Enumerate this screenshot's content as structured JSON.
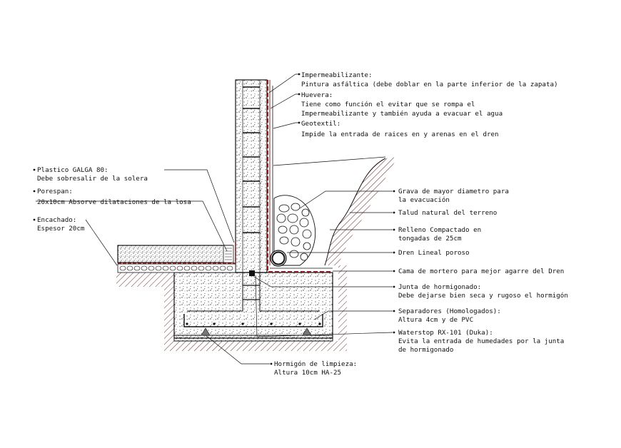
{
  "colors": {
    "line": "#111111",
    "waterproofing": "#8b1a1a",
    "hatch": "#6b2b2b",
    "background": "#ffffff"
  },
  "labels": {
    "impermeabilizante": "Impermeabilizante:",
    "impermeabilizante_desc": "Pintura asfáltica (debe doblar en la parte inferior de la zapata)",
    "huevera": "Huevera:",
    "huevera_desc1": "Tiene como función el evitar que se rompa el",
    "huevera_desc2": "Impermeabilizante y también ayuda a evacuar el agua",
    "geotextil": "Geotextil:",
    "geotextil_desc": "Impide la entrada de raices en y arenas en el dren",
    "plastico": "Plastico GALGA 80:",
    "plastico_desc": "Debe sobresalir de la solera",
    "porespan": "Porespan:",
    "porespan_desc": "20x10cm Absorve dilataciones de la losa",
    "encachado": "Encachado:",
    "encachado_desc": "Espesor 20cm",
    "grava": "Grava de mayor diametro para",
    "grava_desc": "la evacuación",
    "talud": "Talud natural del terreno",
    "relleno": "Relleno Compactado en",
    "relleno_desc": "tongadas de 25cm",
    "dren": "Dren Lineal poroso",
    "cama": "Cama de mortero para mejor agarre del Dren",
    "junta": "Junta de hormigonado:",
    "junta_desc": "Debe dejarse bien seca y rugoso el hormigón",
    "separadores": "Separadores (Homologados):",
    "separadores_desc": "Altura 4cm y de PVC",
    "waterstop": "Waterstop RX-101 (Duka):",
    "waterstop_desc1": "Evita la entrada de humedades por la junta",
    "waterstop_desc2": "de hormigonado",
    "hormigon": "Hormigón de limpieza:",
    "hormigon_desc": "Altura 10cm HA-25"
  }
}
